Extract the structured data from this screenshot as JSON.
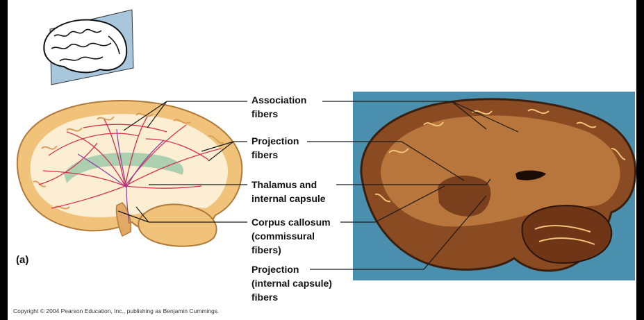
{
  "figure": {
    "panel_letter": "(a)",
    "copyright": "Copyright © 2004 Pearson Education, Inc., publishing as Benjamin Cummings.",
    "labels": {
      "association": "Association\nfibers",
      "projection": "Projection\nfibers",
      "thalamus": "Thalamus and\ninternal capsule",
      "corpus": "Corpus callosum\n(commissural\nfibers)",
      "projection_ic": "Projection\n(internal capsule)\nfibers"
    },
    "colors": {
      "photo_background": "#4a8fad",
      "cortex": "#f0c27a",
      "white_matter": "#fbeed3",
      "fibers": "#d6304f",
      "commissural": "#9cc9a8",
      "thumbnail_plane": "#a9c7dc"
    }
  }
}
